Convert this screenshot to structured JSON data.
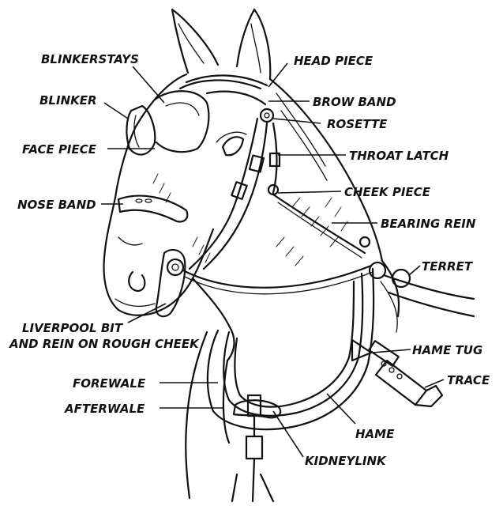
{
  "labels": {
    "blinker_stays": "BLINKERSTAYS",
    "blinker": "BLINKER",
    "face_piece": "FACE PIECE",
    "nose_band": "NOSE BAND",
    "liverpool_line1": "LIVERPOOL BIT",
    "liverpool_line2": "AND REIN ON ROUGH CHEEK",
    "forewale": "FOREWALE",
    "afterwale": "AFTERWALE",
    "head_piece": "HEAD PIECE",
    "brow_band": "BROW BAND",
    "rosette": "ROSETTE",
    "throat_latch": "THROAT LATCH",
    "cheek_piece": "CHEEK PIECE",
    "bearing_rein": "BEARING REIN",
    "terret": "TERRET",
    "hame_tug": "HAME TUG",
    "trace": "TRACE",
    "hame": "HAME",
    "kidney_link": "KIDNEYLINK"
  }
}
